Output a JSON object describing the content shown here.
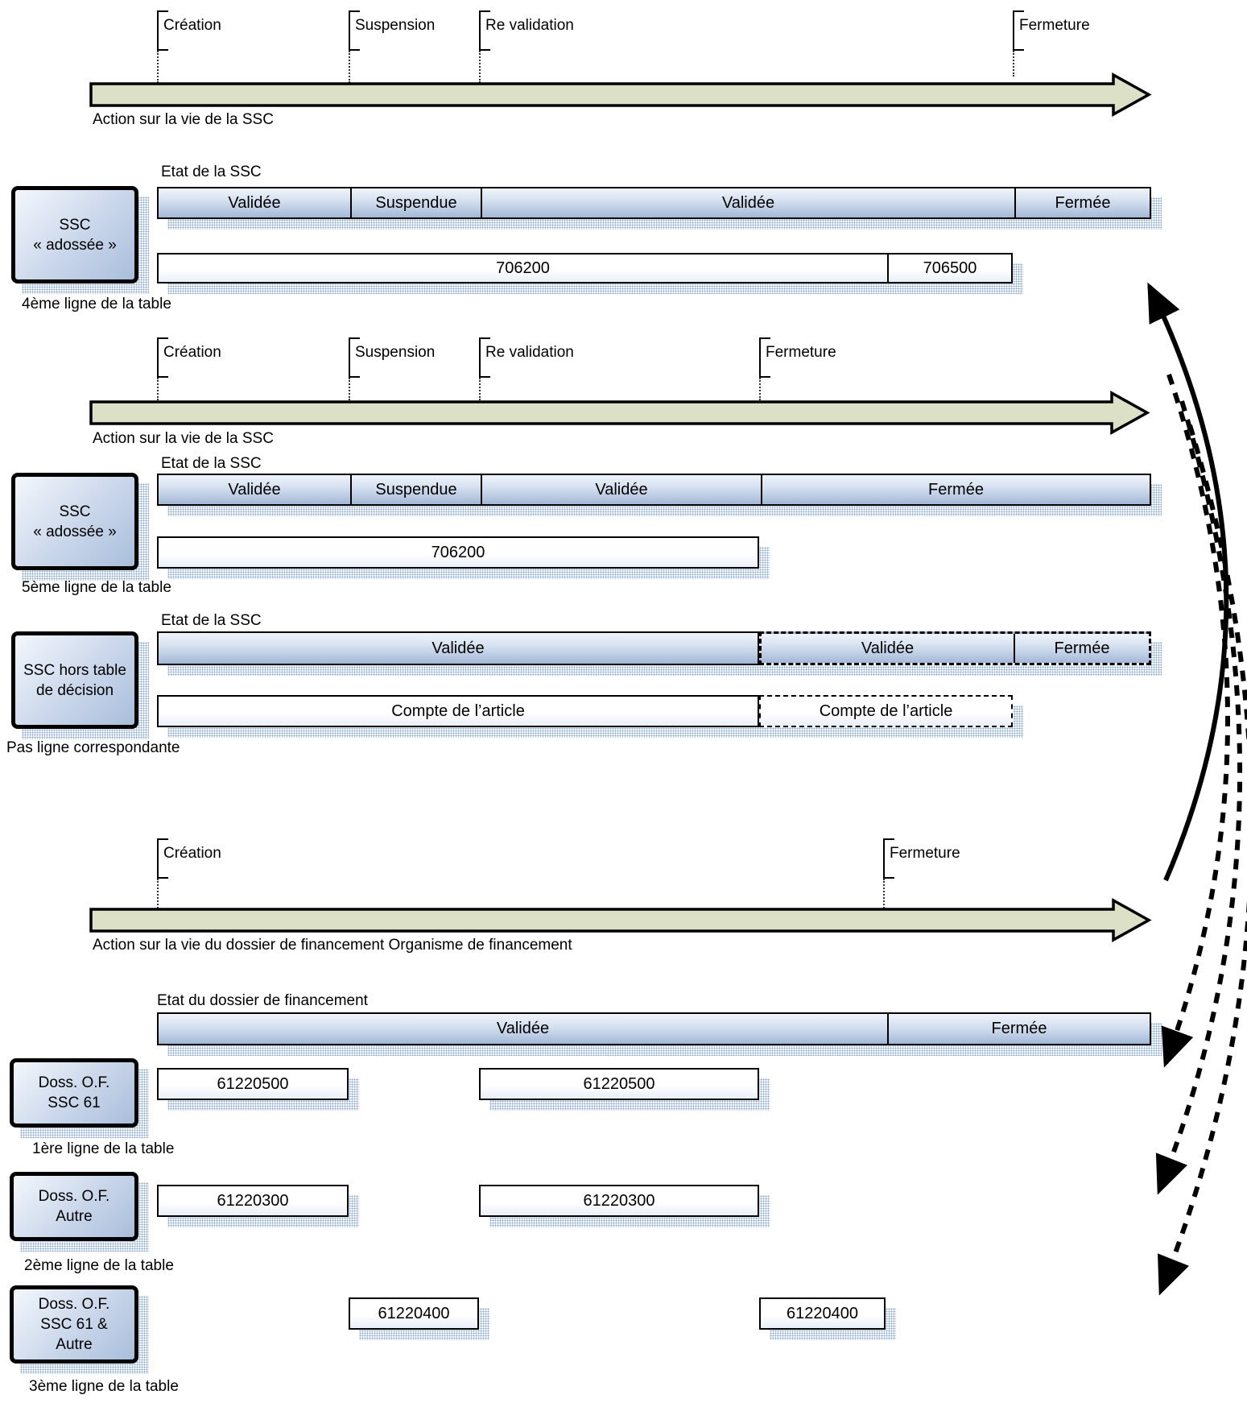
{
  "timelines": [
    {
      "label": "Action sur la vie de la SSC",
      "markers": [
        "Création",
        "Suspension",
        "Re validation",
        "Fermeture"
      ]
    },
    {
      "label": "Action sur la vie de la SSC",
      "markers": [
        "Création",
        "Suspension",
        "Re validation",
        "Fermeture"
      ]
    },
    {
      "label": "Action sur la vie du dossier de financement Organisme de financement",
      "markers": [
        "Création",
        "Fermeture"
      ]
    }
  ],
  "sections": {
    "ssc1": {
      "header": "Etat de la SSC",
      "box_lines": [
        "SSC",
        "« adossée »"
      ],
      "states": [
        "Validée",
        "Suspendue",
        "Validée",
        "Fermée"
      ],
      "accounts": [
        "706200",
        "706500"
      ],
      "caption": "4ème ligne de la table"
    },
    "ssc2": {
      "header": "Etat de la SSC",
      "box_lines": [
        "SSC",
        "« adossée »"
      ],
      "states": [
        "Validée",
        "Suspendue",
        "Validée",
        "Fermée"
      ],
      "accounts": [
        "706200"
      ],
      "caption": "5ème ligne de la table"
    },
    "ssc3": {
      "header": "Etat de la SSC",
      "box_lines": [
        "SSC hors table",
        "de décision"
      ],
      "states_solid": [
        "Validée"
      ],
      "states_dashed": [
        "Validée",
        "Fermée"
      ],
      "accounts_solid": [
        "Compte de l’article"
      ],
      "accounts_dashed": [
        "Compte de l’article"
      ],
      "caption": "Pas ligne correspondante"
    },
    "dossier": {
      "header": "Etat du dossier de financement",
      "states": [
        "Validée",
        "Fermée"
      ],
      "rows": [
        {
          "box_lines": [
            "Doss. O.F.",
            "SSC 61"
          ],
          "bars": [
            "61220500",
            "61220500"
          ],
          "caption": "1ère ligne de la table"
        },
        {
          "box_lines": [
            "Doss. O.F.",
            "Autre"
          ],
          "bars": [
            "61220300",
            "61220300"
          ],
          "caption": "2ème ligne de la table"
        },
        {
          "box_lines": [
            "Doss. O.F.",
            "SSC 61 &",
            "Autre"
          ],
          "bars": [
            "61220400",
            "61220400"
          ],
          "caption": "3ème ligne de la table"
        }
      ]
    }
  },
  "colors": {
    "state_bar_top": "#f0f4fb",
    "state_bar_bottom": "#a3b8d6",
    "account_bar": "#ffffff",
    "timeline_arrow_fill": "#dce0c6",
    "shadow_dots": "#5d86b8",
    "outline": "#000000"
  }
}
